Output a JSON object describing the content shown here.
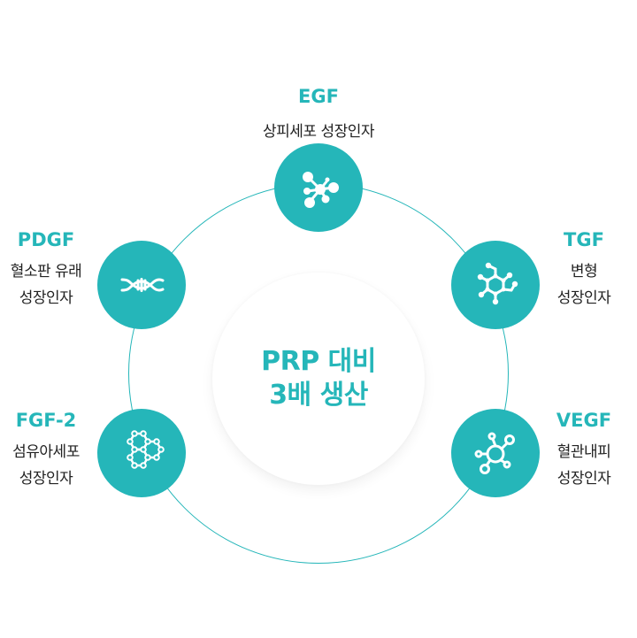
{
  "center": {
    "line1": "PRP 대비",
    "line2": "3배 생산"
  },
  "accent_color": "#25b6b9",
  "factors": [
    {
      "code": "EGF",
      "desc_lines": [
        "상피세포 성장인자"
      ],
      "icon": "molecule-icon"
    },
    {
      "code": "TGF",
      "desc_lines": [
        "변형",
        "성장인자"
      ],
      "icon": "hexagon-network-icon"
    },
    {
      "code": "VEGF",
      "desc_lines": [
        "혈관내피",
        "성장인자"
      ],
      "icon": "cell-network-icon"
    },
    {
      "code": "FGF-2",
      "desc_lines": [
        "섬유아세포",
        "성장인자"
      ],
      "icon": "honeycomb-molecule-icon"
    },
    {
      "code": "PDGF",
      "desc_lines": [
        "혈소판 유래",
        "성장인자"
      ],
      "icon": "dna-icon"
    }
  ]
}
